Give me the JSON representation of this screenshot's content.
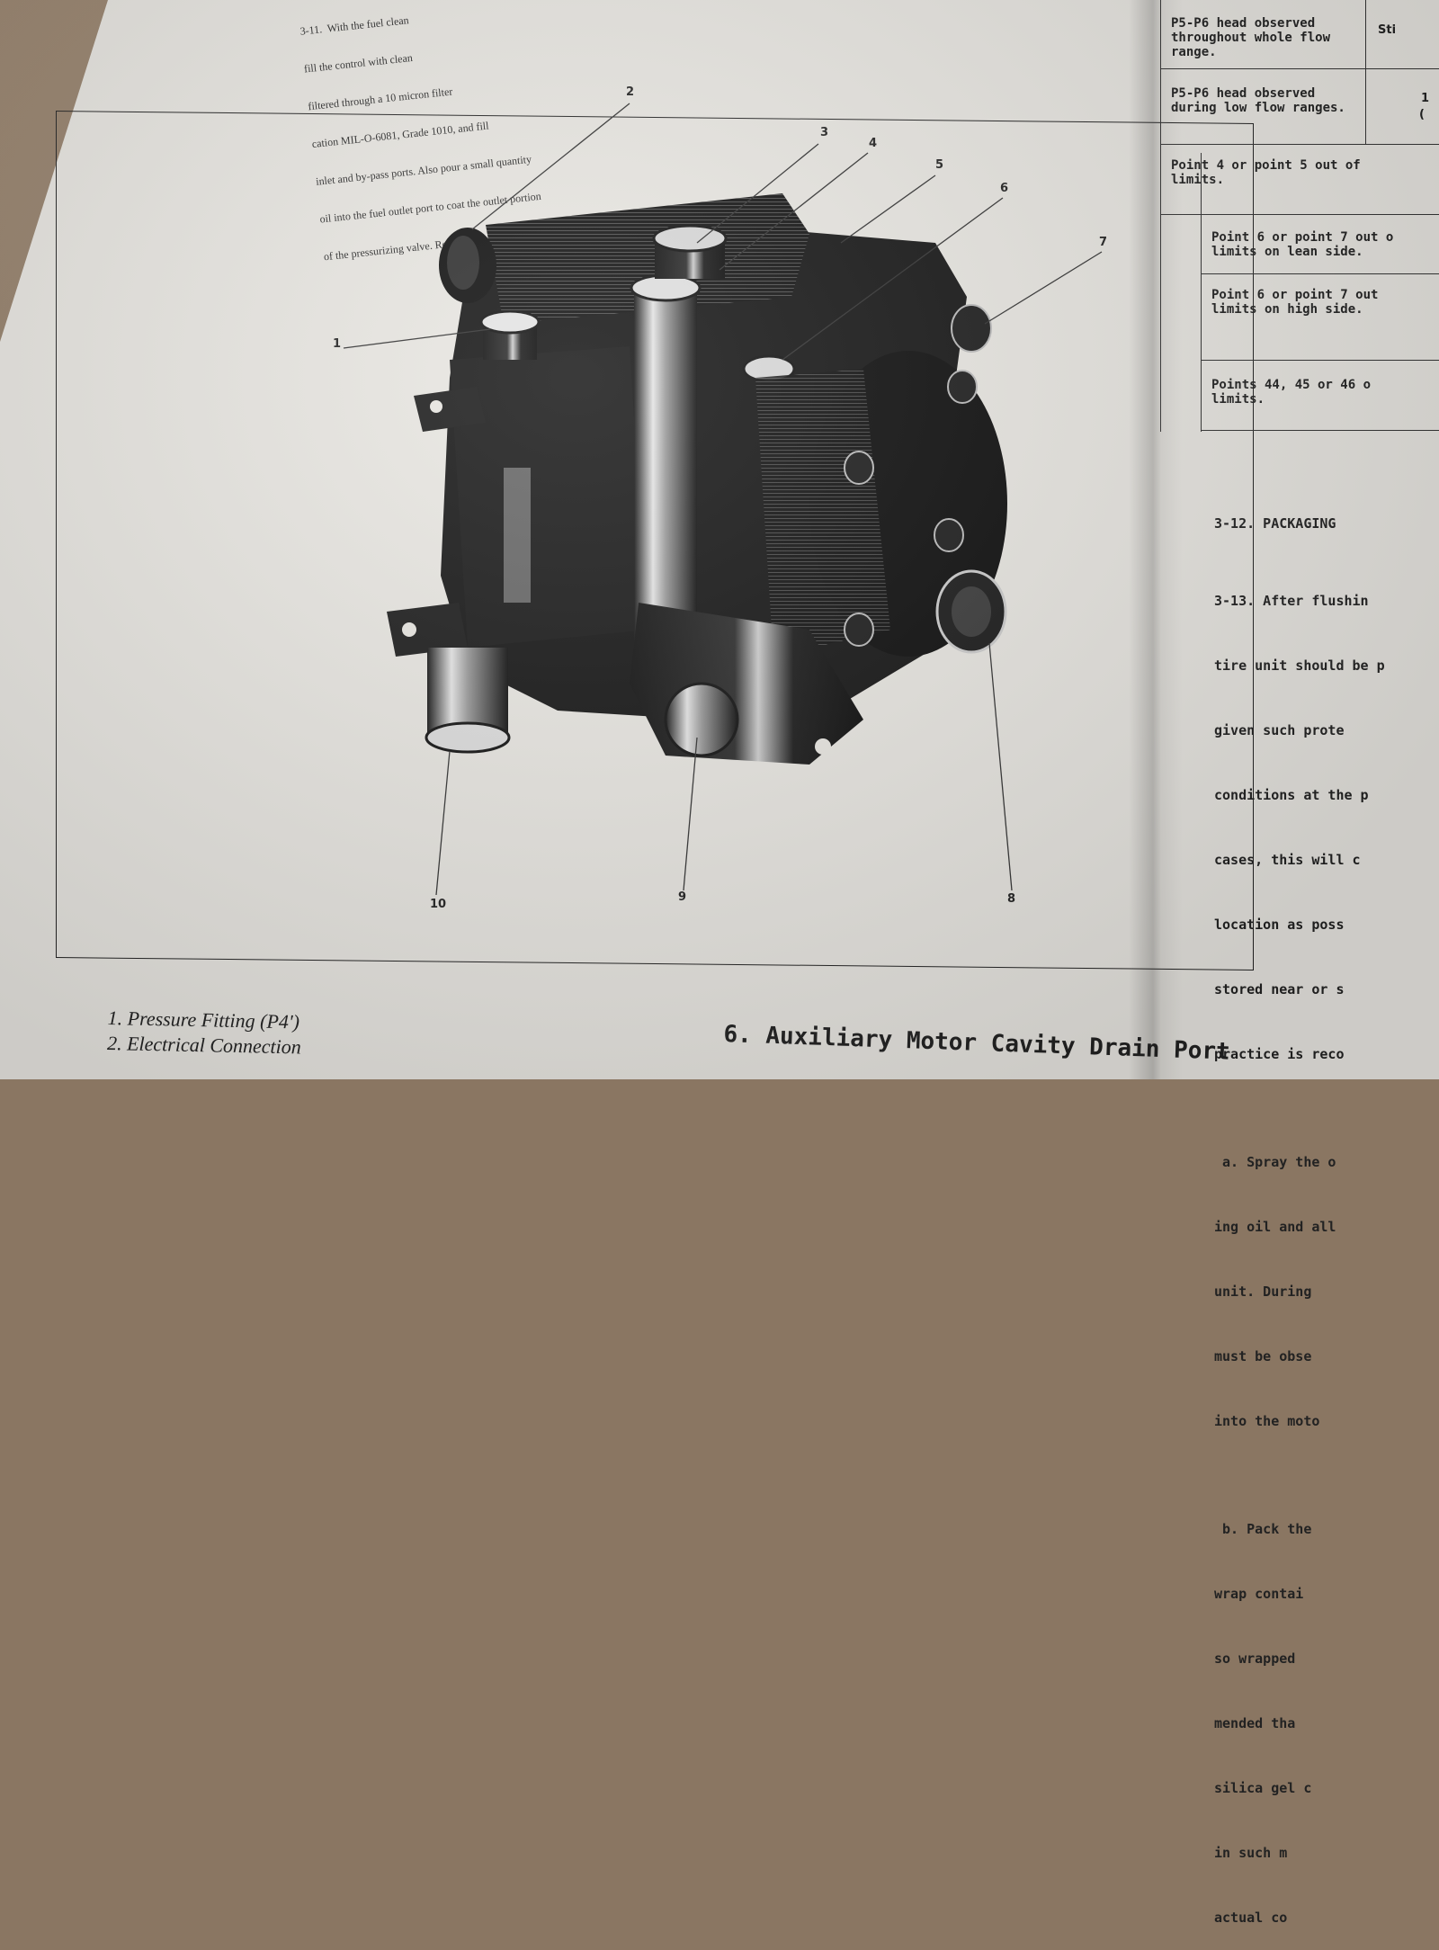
{
  "intro_paragraph": [
    "3-11.  With the fuel clean",
    "fill the control with clean",
    "filtered through a 10 micron filter",
    "cation MIL-O-6081, Grade 1010, and fill",
    "inlet and by-pass ports. Also pour a small quantity",
    "oil into the fuel outlet port to coat the outlet portion",
    "of the pressurizing valve. Replace all caps and plugs."
  ],
  "callouts": [
    "1",
    "2",
    "3",
    "4",
    "5",
    "6",
    "7",
    "8",
    "9",
    "10"
  ],
  "troubleshooting_table": [
    "P5-P6 head observed\nthroughout whole flow\nrange.",
    "P5-P6 head observed\nduring low flow ranges.",
    "Point 4 or point 5 out of\nlimits.",
    "Point 6 or point 7 out o\nlimits on lean side.",
    "Point 6 or point 7 out\nlimits on high side.",
    "Points 44, 45 or 46 o\nlimits."
  ],
  "table_side_fragments": [
    "Sti",
    "1",
    "("
  ],
  "section_heading": "3-12. PACKAGING",
  "right_column_text": [
    "3-13. After flushin",
    "tire unit should be p",
    "given such prote",
    "conditions at the p",
    "cases, this will c",
    "location as poss",
    "stored near or s",
    "practice is reco",
    "",
    " a. Spray the o",
    "ing oil and all",
    "unit. During",
    "must be obse",
    "into the moto",
    "",
    " b. Pack the",
    "wrap contai",
    "so wrapped",
    "mended tha",
    "silica gel c",
    "in such m",
    "actual co"
  ],
  "legend": {
    "item1": "1. Pressure Fitting (P4')",
    "item2": "2. Electrical Connection",
    "item6": "6. Auxiliary Motor Cavity Drain Port"
  },
  "colors": {
    "paper": "#e9e7e2",
    "ink": "#222222",
    "desk": "#8a7662"
  }
}
